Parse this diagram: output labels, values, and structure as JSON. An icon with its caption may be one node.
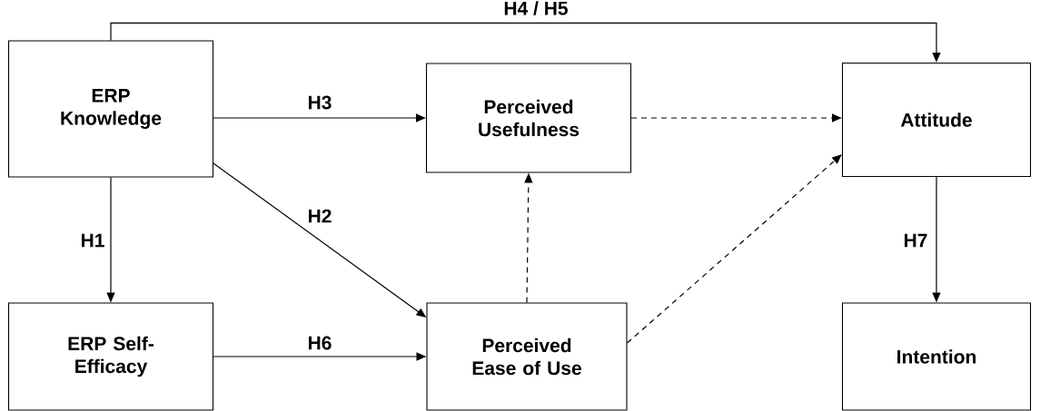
{
  "diagram": {
    "nodes": [
      {
        "text": [
          "ERP Knowledge"
        ]
      },
      {
        "text": [
          "Perceived Usefulness"
        ]
      },
      {
        "text": [
          "Attitude"
        ]
      },
      {
        "text": [
          "ERP Self-Efficacy"
        ]
      },
      {
        "text": [
          "Perceived Ease of Use"
        ]
      },
      {
        "text": [
          "Intention"
        ]
      }
    ],
    "edges": [
      {
        "from": 0,
        "to": 2,
        "arrow": "to",
        "label": "H4 / H5"
      },
      {
        "from": 0,
        "to": 1,
        "arrow": "to",
        "label": "H3"
      },
      {
        "from": 0,
        "to": 4,
        "arrow": "to",
        "label": "H2"
      },
      {
        "from": 0,
        "to": 3,
        "arrow": "to",
        "label": "H1"
      },
      {
        "from": 3,
        "to": 4,
        "arrow": "to",
        "label": "H6"
      },
      {
        "from": 4,
        "to": 1,
        "arrow": "to",
        "style": "dashed"
      },
      {
        "from": 1,
        "to": 2,
        "arrow": "to",
        "style": "dashed"
      },
      {
        "from": 4,
        "to": 2,
        "arrow": "to",
        "style": "dashed"
      },
      {
        "from": 2,
        "to": 5,
        "arrow": "to",
        "label": "H7"
      }
    ]
  }
}
